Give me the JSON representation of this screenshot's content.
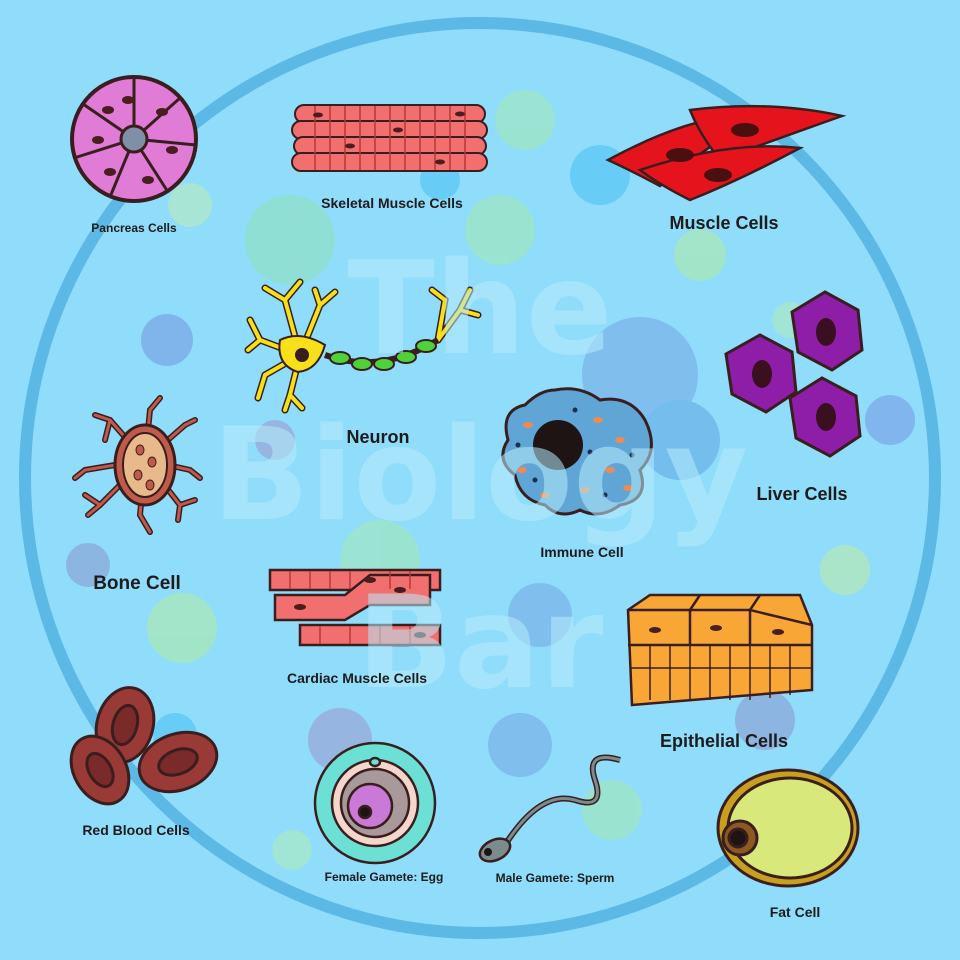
{
  "watermark": {
    "line1": "The",
    "line2": "Biology",
    "line3": "Bar"
  },
  "labels": {
    "pancreas": "Pancreas Cells",
    "skeletal": "Skeletal Muscle Cells",
    "muscle": "Muscle Cells",
    "neuron": "Neuron",
    "liver": "Liver Cells",
    "bone": "Bone Cell",
    "immune": "Immune Cell",
    "cardiac": "Cardiac Muscle Cells",
    "epithelial": "Epithelial Cells",
    "rbc": "Red Blood Cells",
    "egg": "Female Gamete: Egg",
    "sperm": "Male Gamete: Sperm",
    "fat": "Fat Cell"
  },
  "colors": {
    "background": "#8fdcfb",
    "ring": "#5cb8e4",
    "pancreas": "#e07bd6",
    "skeletal": "#f26f6f",
    "muscle": "#e5141c",
    "neuron": "#f6e01a",
    "neuron_sheath": "#4ed23a",
    "liver": "#8e1ea8",
    "bone": "#e8b98a",
    "immune": "#5fa6d6",
    "cardiac": "#f26f6f",
    "epithelial": "#f8a636",
    "rbc": "#9a3a36",
    "egg": "#6ce0d4",
    "sperm": "#7a8c8c",
    "fat": "#d9e87a"
  }
}
